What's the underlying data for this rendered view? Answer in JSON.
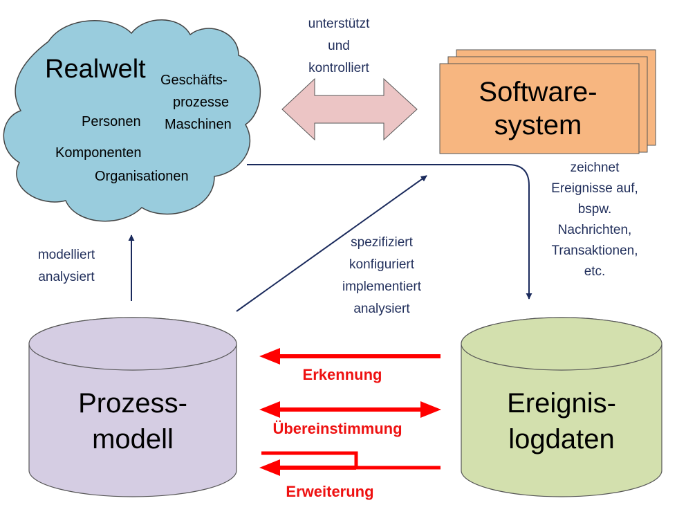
{
  "realwelt": {
    "title": "Realwelt",
    "items": [
      "Geschäfts-",
      "prozesse",
      "Personen",
      "Maschinen",
      "Komponenten",
      "Organisationen"
    ]
  },
  "support_label": [
    "unterstützt",
    "und",
    "kontrolliert"
  ],
  "software": {
    "lines": [
      "Software-",
      "system"
    ]
  },
  "records_label": [
    "zeichnet",
    "Ereignisse auf,",
    "bspw.",
    "Nachrichten,",
    "Transaktionen,",
    "etc."
  ],
  "model_label": [
    "modelliert",
    "analysiert"
  ],
  "spec_label": [
    "spezifiziert",
    "konfiguriert",
    "implementiert",
    "analysiert"
  ],
  "process_model": {
    "lines": [
      "Prozess-",
      "modell"
    ]
  },
  "event_log": {
    "lines": [
      "Ereignis-",
      "logdaten"
    ]
  },
  "relations": {
    "discovery": "Erkennung",
    "conformance": "Übereinstimmung",
    "enhancement": "Erweiterung"
  },
  "colors": {
    "cloud": "#99ccdd",
    "software": "#f7b680",
    "process_model": "#d5cde3",
    "event_log": "#d3e0ae",
    "double_arrow": "#ecc5c5",
    "relation_arrows": "#ff0000",
    "connector": "#1a2a5c"
  }
}
